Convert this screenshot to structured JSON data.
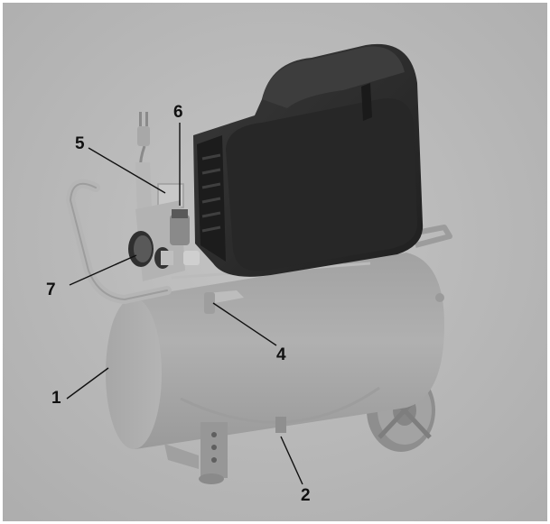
{
  "figure": {
    "background_color": "#b9b9b9",
    "tank_color": "#a9a9a9",
    "motor_cover_color": "#2d2d2d",
    "leader_line_color": "#111111"
  },
  "callouts": [
    {
      "id": "c1",
      "number": "1",
      "part": "tank"
    },
    {
      "id": "c2",
      "number": "2",
      "part": "drain-valve"
    },
    {
      "id": "c4",
      "number": "4",
      "part": "quick-coupler-outlet"
    },
    {
      "id": "c5",
      "number": "5",
      "part": "pressure-switch"
    },
    {
      "id": "c6",
      "number": "6",
      "part": "pressure-regulator"
    },
    {
      "id": "c7",
      "number": "7",
      "part": "pressure-gauge"
    }
  ]
}
